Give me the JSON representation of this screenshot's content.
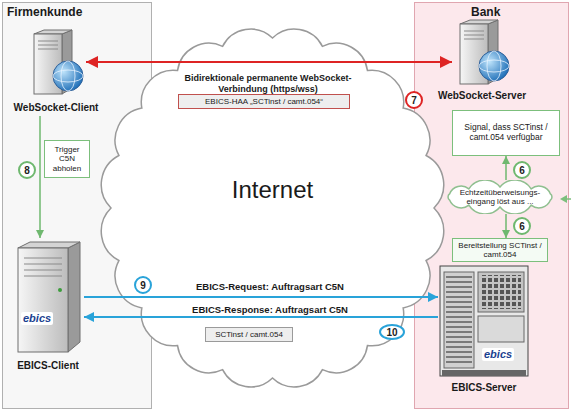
{
  "diagram": {
    "nodes": [
      {
        "text": [
          "Firmenkunde"
        ]
      },
      {
        "text": [
          "WebSocket-Client"
        ],
        "in": 0
      },
      {
        "text": [
          "Trigger C5N abholen"
        ],
        "in": 0
      },
      {
        "text": [
          "ebics",
          "EBICS-Client"
        ],
        "in": 0
      },
      {
        "text": [
          "Bank"
        ]
      },
      {
        "text": [
          "WebSocket-Server"
        ],
        "in": 4
      },
      {
        "text": [
          "Signal, dass SCTinst / camt.054 verfügbar"
        ],
        "in": 4
      },
      {
        "text": [
          "Echtzeitüberweisungs- eingang löst aus ..."
        ],
        "in": 4
      },
      {
        "text": [
          "Bereitstellung SCTinst / camt.054"
        ],
        "in": 4
      },
      {
        "text": [
          "ebics",
          "EBICS-Server"
        ],
        "in": 4
      },
      {
        "text": [
          "Internet"
        ]
      },
      {
        "text": [
          "EBICS-HAA „SCTinst / camt.054“"
        ],
        "in": 10
      },
      {
        "text": [
          "SCTinst / camt.054"
        ],
        "in": 10
      }
    ],
    "edges": [
      {
        "from": 1,
        "to": 5,
        "arrow": "both",
        "label": "Bidirektionale permanente WebSocket-Verbindung (https/wss)"
      },
      {
        "from": 1,
        "to": 3,
        "arrow": "to"
      },
      {
        "from": 3,
        "to": 9,
        "arrow": "to",
        "label": "EBICS-Request: Auftragsart C5N"
      },
      {
        "from": 9,
        "to": 3,
        "arrow": "to",
        "label": "EBICS-Response: Auftragsart C5N"
      },
      {
        "from": 7,
        "to": 6,
        "arrow": "to"
      },
      {
        "from": 7,
        "to": 8,
        "arrow": "to"
      }
    ],
    "labels": [
      "7",
      "8",
      "9",
      "10",
      "6",
      "6"
    ]
  }
}
